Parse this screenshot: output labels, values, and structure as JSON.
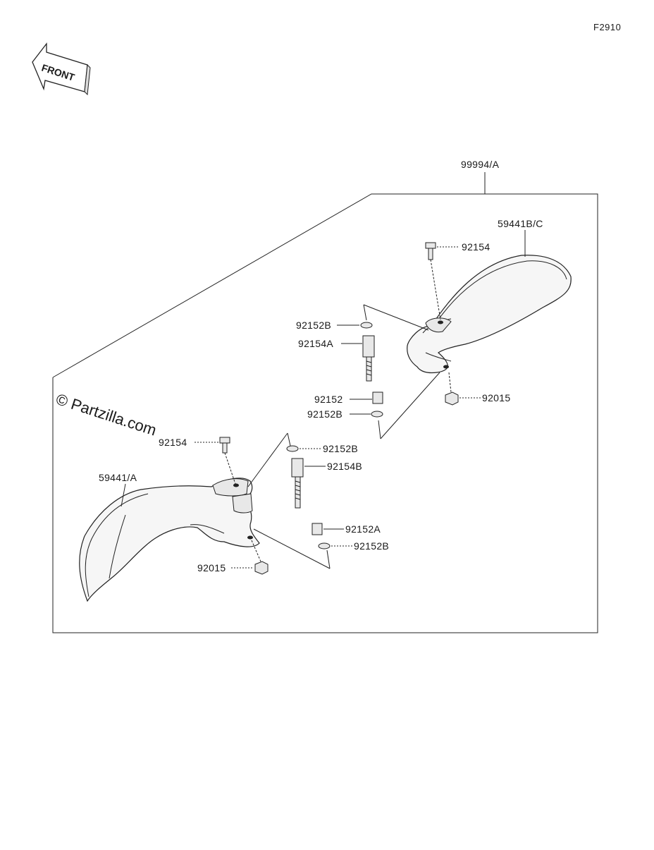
{
  "figure_code": "F2910",
  "front_arrow": {
    "label": "FRONT",
    "icon": "front-arrow-icon"
  },
  "watermark": "© Partzilla.com",
  "kit_label": "99994/A",
  "parts": {
    "right_guard": "59441B/C",
    "left_guard": "59441/A",
    "bolt_right": "92154",
    "bolt_left": "92154",
    "collar_b_upper_right": "92152B",
    "stud_right": "92154A",
    "collar_right": "92152",
    "collar_b_lower_right": "92152B",
    "nut_right": "92015",
    "collar_b_upper_left": "92152B",
    "stud_left": "92154B",
    "collar_left": "92152A",
    "collar_b_lower_left": "92152B",
    "nut_left": "92015"
  }
}
